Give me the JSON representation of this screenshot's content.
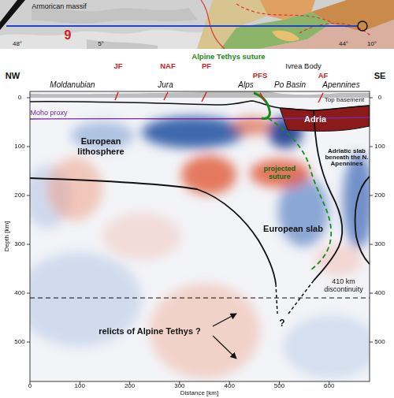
{
  "diagram": {
    "labels": [
      "Armorican massif",
      "9",
      "48°",
      "5°",
      "44°",
      "10°",
      "NW",
      "SE",
      "JF",
      "NAF",
      "PF",
      "Alpine Tethys suture",
      "PFS",
      "AF",
      "Ivrea Body",
      "Moldanubian",
      "Jura",
      "Alps",
      "Po Basin",
      "Apennines",
      "Top basement",
      "Moho proxy",
      "Adria",
      "European lithosphere",
      "projected suture",
      "Adriatic slab beneath the N. Apennines",
      "European slab",
      "410 km discontinuity",
      "?",
      "relicts of Alpine Tethys ?",
      "0",
      "100",
      "200",
      "300",
      "400",
      "500",
      "600",
      "Distance [km]",
      "0",
      "100",
      "200",
      "300",
      "400",
      "500",
      "0",
      "100",
      "200",
      "300",
      "400",
      "500",
      "Depth [km]"
    ]
  }
}
